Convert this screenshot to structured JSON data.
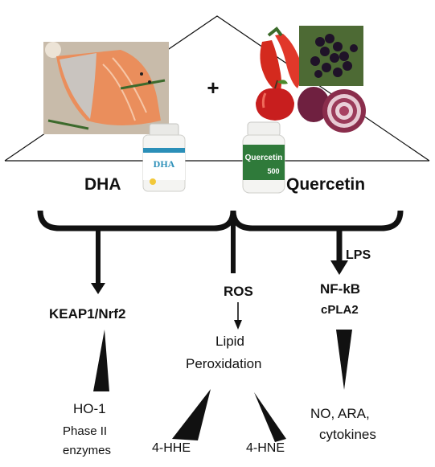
{
  "inputs": {
    "left_label": "DHA",
    "right_label": "Quercetin",
    "plus": "+",
    "dha_bottle_brand": "DHA",
    "quercetin_bottle_text": "Quercetin",
    "quercetin_bottle_number": "500"
  },
  "pathways": {
    "left": {
      "target": "KEAP1/Nrf2",
      "outputs": [
        "HO-1",
        "Phase II",
        "enzymes"
      ]
    },
    "middle": {
      "target": "ROS",
      "process": [
        "Lipid",
        "Peroxidation"
      ],
      "outputs": [
        "4-HHE",
        "4-HNE"
      ]
    },
    "right": {
      "stimulus": "LPS",
      "targets": [
        "NF-kB",
        "cPLA2"
      ],
      "outputs": [
        "NO, ARA,",
        "cytokines"
      ]
    }
  },
  "colors": {
    "line": "#111111",
    "salmon": "#e9885a",
    "pepper": "#d42a1e",
    "apple": "#c81e1e",
    "elderberry": "#2a1a33",
    "onion": "#8a2d4c",
    "bottle_white": "#f4f4f2",
    "quercetin_label": "#2f7a3a",
    "dha_label": "#2b8fb8"
  }
}
